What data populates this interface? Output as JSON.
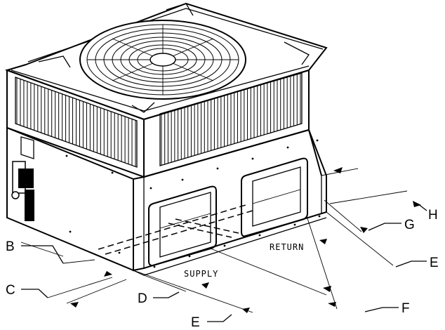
{
  "callouts": {
    "b": "B",
    "c": "C",
    "d": "D",
    "e_bottom": "E",
    "e_right": "E",
    "f": "F",
    "g": "G",
    "h": "H"
  },
  "openings": {
    "supply": "SUPPLY",
    "return": "RETURN"
  }
}
